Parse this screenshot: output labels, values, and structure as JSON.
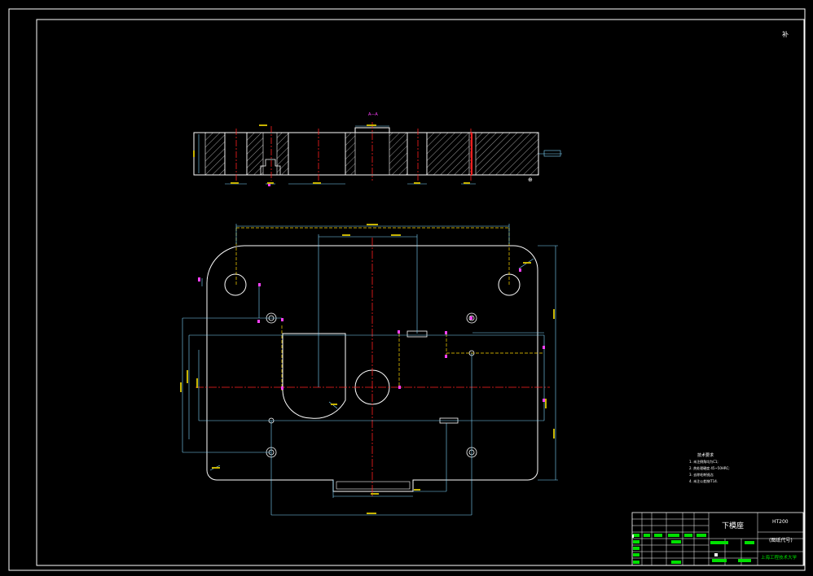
{
  "colors": {
    "background": "#000000",
    "frame": "#ffffff",
    "outline": "#ffffff",
    "dimension": "#7fd8ff",
    "dim_text": "#c8b400",
    "centerline": "#ff2020",
    "hidden": "#ffd700",
    "hatch": "#ffffff",
    "marker": "#ff40ff",
    "title_green": "#00e000"
  },
  "drawing": {
    "corner_mark": "补",
    "section_label": "A—A",
    "symbol_circle": "⊕"
  },
  "tech_notes": {
    "title": "技术要求",
    "lines": [
      "1. 未注倒角均为C1;",
      "2. 热处理硬度 45~50HRC;",
      "3. 去除毛刺锐边;",
      "4. 未注公差按IT14."
    ]
  },
  "title_block": {
    "part_name": "下模座",
    "material": "HT200",
    "drawing_no": "(图纸代号)",
    "school": "上海工程技术大学"
  }
}
